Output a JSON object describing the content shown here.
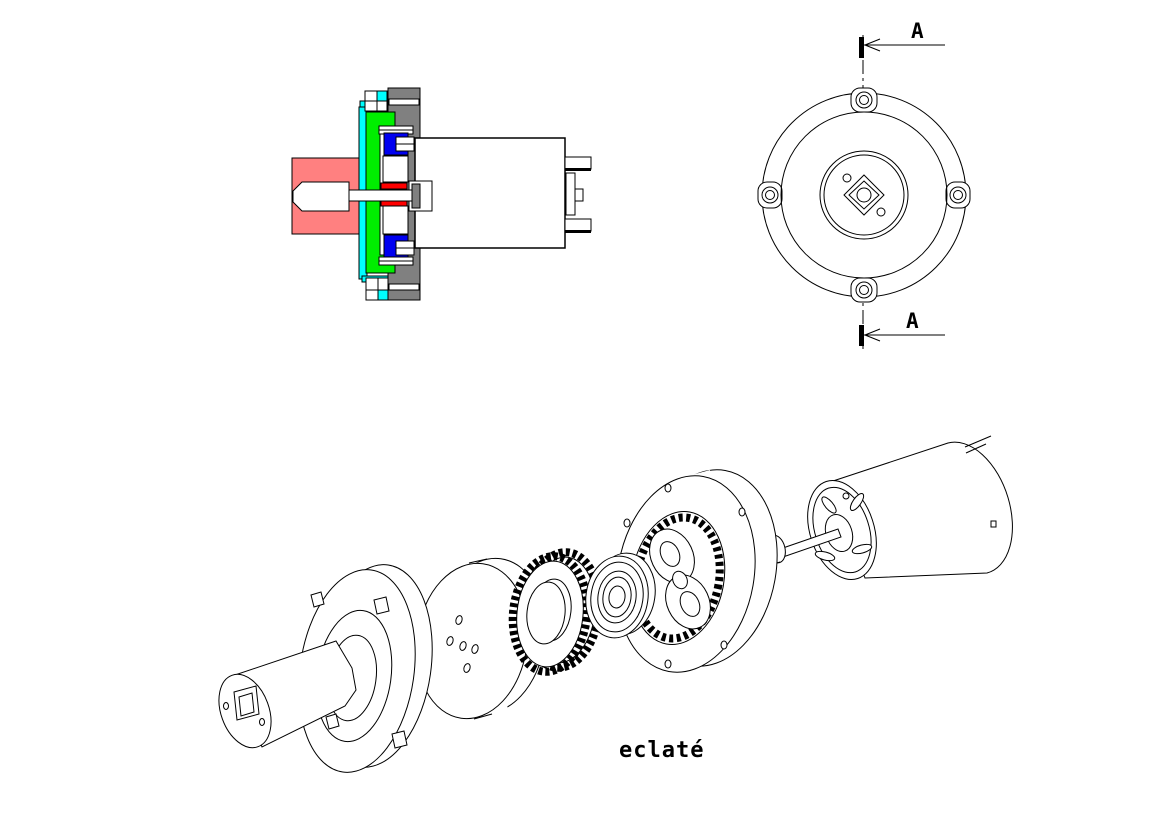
{
  "front_view": {
    "section_marker_top": "A",
    "section_marker_bottom": "A"
  },
  "exploded_view": {
    "caption": "eclaté"
  },
  "colors": {
    "background": "#FFFFFF",
    "line": "#000000",
    "coupling_pink": "#FF8080",
    "gear_green": "#00EE00",
    "cover_cyan": "#00FFFF",
    "housing_gray": "#808080",
    "bearing_blue": "#0000F0",
    "seal_red": "#FF0000",
    "part_white": "#FFFFFF"
  }
}
